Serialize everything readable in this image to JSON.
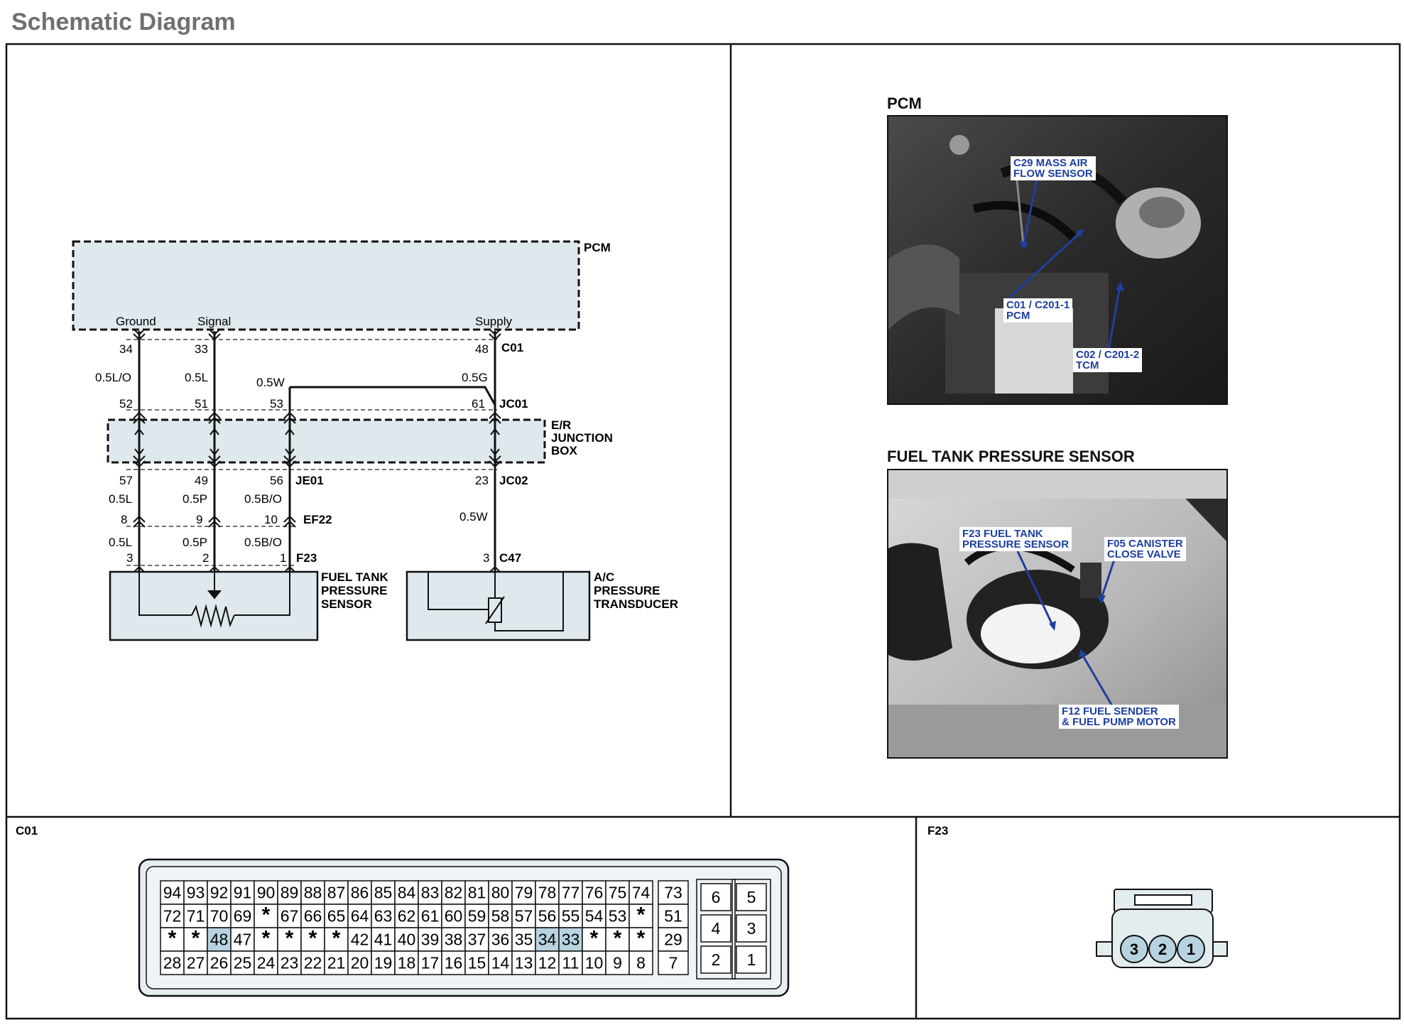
{
  "page": {
    "title": "Schematic Diagram"
  },
  "colors": {
    "component_fill": "#dfe9ed",
    "pin_highlight": "#b7d3df",
    "callout_text": "#1c3fa0",
    "frame": "#111111"
  },
  "schematic": {
    "pcm_label": "PCM",
    "pcm_pin_labels": [
      "Ground",
      "Signal",
      "Supply"
    ],
    "c01": {
      "label": "C01",
      "pins": [
        "34",
        "33",
        "48"
      ]
    },
    "wires_upper": [
      "0.5L/O",
      "0.5L",
      "0.5W",
      "0.5G"
    ],
    "jc01": {
      "label": "JC01",
      "pins": [
        "52",
        "51",
        "53",
        "61"
      ]
    },
    "junction_box_label": [
      "E/R",
      "JUNCTION",
      "BOX"
    ],
    "je01": {
      "label": "JE01",
      "pins": [
        "57",
        "49",
        "56"
      ]
    },
    "jc02": {
      "label": "JC02",
      "pin": "23"
    },
    "wires_mid": [
      "0.5L",
      "0.5P",
      "0.5B/O",
      "0.5W"
    ],
    "ef22": {
      "label": "EF22",
      "pins": [
        "8",
        "9",
        "10"
      ]
    },
    "wires_lower": [
      "0.5L",
      "0.5P",
      "0.5B/O"
    ],
    "f23": {
      "label": "F23",
      "pins": [
        "3",
        "2",
        "1"
      ]
    },
    "c47": {
      "label": "C47",
      "pin": "3"
    },
    "fuel_sensor_label": [
      "FUEL TANK",
      "PRESSURE",
      "SENSOR"
    ],
    "ac_transducer_label": [
      "A/C",
      "PRESSURE",
      "TRANSDUCER"
    ]
  },
  "photos": {
    "pcm": {
      "title": "PCM",
      "callouts": [
        [
          "C29 MASS AIR",
          "FLOW SENSOR"
        ],
        [
          "C01 / C201-1",
          "PCM"
        ],
        [
          "C02 / C201-2",
          "TCM"
        ]
      ]
    },
    "fuel": {
      "title": "FUEL TANK PRESSURE SENSOR",
      "callouts": [
        [
          "F23 FUEL TANK",
          "PRESSURE SENSOR"
        ],
        [
          "F05 CANISTER",
          "CLOSE VALVE"
        ],
        [
          "F12 FUEL SENDER",
          "& FUEL PUMP MOTOR"
        ]
      ]
    }
  },
  "connectors": {
    "c01": {
      "label": "C01",
      "rows": [
        [
          "94",
          "93",
          "92",
          "91",
          "90",
          "89",
          "88",
          "87",
          "86",
          "85",
          "84",
          "83",
          "82",
          "81",
          "80",
          "79",
          "78",
          "77",
          "76",
          "75",
          "74"
        ],
        [
          "72",
          "71",
          "70",
          "69",
          "*",
          "67",
          "66",
          "65",
          "64",
          "63",
          "62",
          "61",
          "60",
          "59",
          "58",
          "57",
          "56",
          "55",
          "54",
          "53",
          "*"
        ],
        [
          "*",
          "*",
          "48",
          "47",
          "*",
          "*",
          "*",
          "*",
          "42",
          "41",
          "40",
          "39",
          "38",
          "37",
          "36",
          "35",
          "34",
          "33",
          "*",
          "*",
          "*"
        ],
        [
          "28",
          "27",
          "26",
          "25",
          "24",
          "23",
          "22",
          "21",
          "20",
          "19",
          "18",
          "17",
          "16",
          "15",
          "14",
          "13",
          "12",
          "11",
          "10",
          "9",
          "8"
        ]
      ],
      "highlighted": [
        "48",
        "34",
        "33"
      ],
      "mid_column": [
        "73",
        "51",
        "29",
        "7"
      ],
      "right_block": [
        [
          "6",
          "5"
        ],
        [
          "4",
          "3"
        ],
        [
          "2",
          "1"
        ]
      ]
    },
    "f23": {
      "label": "F23",
      "pins": [
        "3",
        "2",
        "1"
      ]
    }
  }
}
